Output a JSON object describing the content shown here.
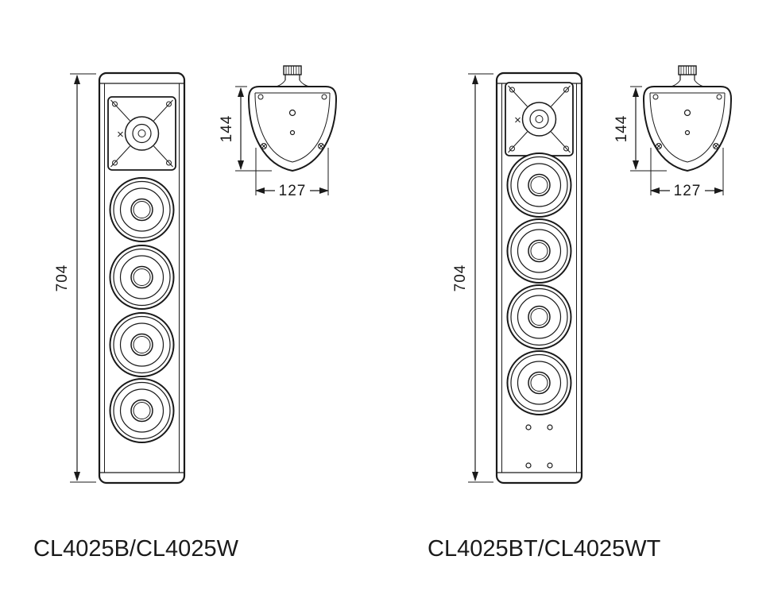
{
  "figures": {
    "left": {
      "label": "CL4025B/CL4025W",
      "dims": {
        "height": "704",
        "top_depth": "144",
        "top_width": "127"
      }
    },
    "right": {
      "label": "CL4025BT/CL4025WT",
      "dims": {
        "height": "704",
        "top_depth": "144",
        "top_width": "127"
      }
    }
  }
}
